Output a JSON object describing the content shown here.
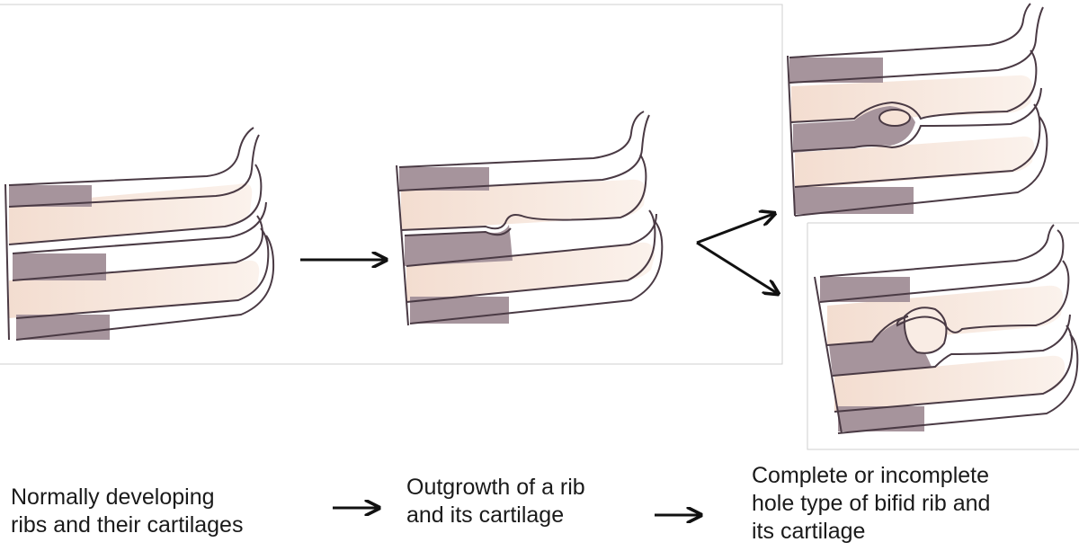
{
  "captions": {
    "normal": "Normally developing\nribs  and their cartilages",
    "outgrowth": "Outgrowth of a rib\nand its cartilage",
    "bifid": "Complete or incomplete\nhole type of bifid rib and\nits cartilage"
  },
  "colors": {
    "cartilage": "#a6949c",
    "rib_fill": "#f6e2d6",
    "outline": "#4a3a44",
    "arrow": "#111111",
    "panel_border": "#c8c8c8"
  }
}
